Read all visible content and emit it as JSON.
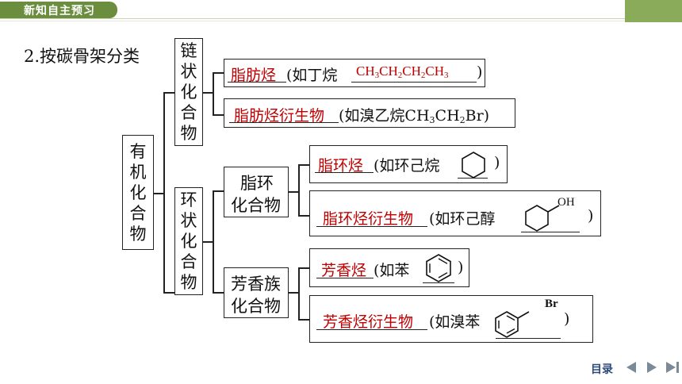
{
  "header": {
    "title": "新知自主预习"
  },
  "section": {
    "title": "2.按碳骨架分类"
  },
  "tree": {
    "root": [
      "有",
      "机",
      "化",
      "合",
      "物"
    ],
    "chain": [
      "链",
      "状",
      "化",
      "合",
      "物"
    ],
    "ring": [
      "环",
      "状",
      "化",
      "合",
      "物"
    ],
    "alicyclic": {
      "line1": "脂环",
      "line2": "化合物"
    },
    "aromatic": {
      "line1": "芳香族",
      "line2": "化合物"
    },
    "items": {
      "alkane": {
        "answer": "脂肪烃",
        "prefix": "(如丁烷",
        "formula_parts": [
          "CH",
          "3",
          "CH",
          "2",
          "CH",
          "2",
          "CH",
          "3"
        ],
        "suffix": ")"
      },
      "alkane_deriv": {
        "answer": "脂肪烃衍生物",
        "text_parts": [
          "(如溴乙烷CH",
          "3",
          "CH",
          "2",
          "Br)"
        ]
      },
      "alicyclic_hc": {
        "answer": "脂环烃",
        "prefix": "(如环己烷",
        "suffix": ")"
      },
      "alicyclic_deriv": {
        "answer": "脂环烃衍生物",
        "prefix": "(如环己醇",
        "oh": "OH",
        "suffix": ")"
      },
      "aromatic_hc": {
        "answer": "芳香烃",
        "prefix": "(如苯",
        "suffix": ")"
      },
      "aromatic_deriv": {
        "answer": "芳香烃衍生物",
        "prefix": "(如溴苯",
        "br": "Br",
        "suffix": ")"
      }
    }
  },
  "nav": {
    "toc": "目录"
  },
  "colors": {
    "accent": "#6b8d3e",
    "answer": "#c00000"
  }
}
